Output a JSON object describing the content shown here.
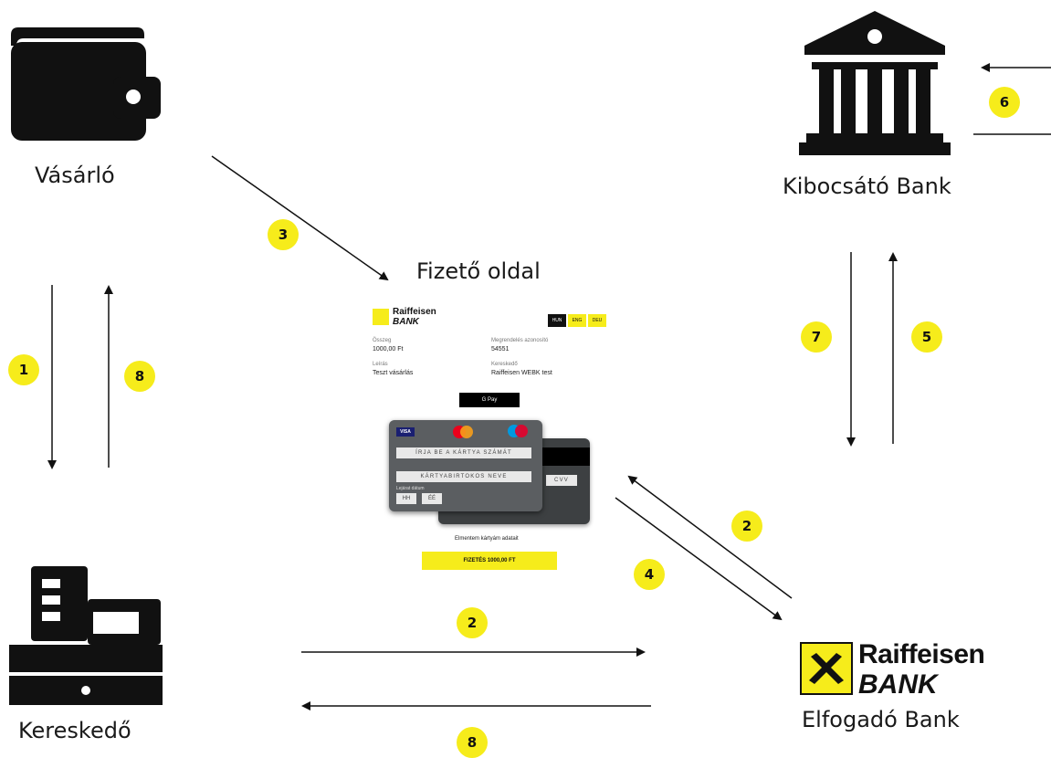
{
  "nodes": {
    "buyer": "Vásárló",
    "issuer_bank": "Kibocsátó Bank",
    "payment_page": "Fizető oldal",
    "merchant": "Kereskedő",
    "acquirer_bank": "Elfogadó Bank"
  },
  "acquirer_logo": {
    "line1": "Raiffeisen",
    "line2": "BANK"
  },
  "steps": {
    "buyer_to_merchant": "1",
    "merchant_to_buyer": "8",
    "buyer_to_page": "3",
    "issuer_in": "6",
    "issuer_to_acquirer": "7",
    "acquirer_to_issuer": "5",
    "acquirer_to_page": "2",
    "page_to_acquirer": "4",
    "merchant_to_acquirer": "2",
    "acquirer_to_merchant": "8"
  },
  "payment_page": {
    "logo_line1": "Raiffeisen",
    "logo_line2": "BANK",
    "languages": [
      "HUN",
      "ENG",
      "DEU"
    ],
    "amount_label": "Összeg",
    "amount_value": "1000,00 Ft",
    "order_label": "Megrendelés azonosító",
    "order_value": "54551",
    "item_label": "Leírás",
    "item_value": "Teszt vásárlás",
    "merchant_label": "Kereskedő",
    "merchant_value": "Raiffeisen WEBK test",
    "gpay_label": "G Pay",
    "card_brands": [
      "VISA",
      "mastercard",
      "maestro"
    ],
    "card_number_placeholder": "ÍRJA BE A KÁRTYA SZÁMÁT",
    "cardholder_placeholder": "KÁRTYABIRTOKOS NEVE",
    "expiry_label": "Lejárat dátum",
    "expiry_month": "HH",
    "expiry_year": "ÉÉ",
    "cvv_placeholder": "CVV",
    "save_card_label": "Elmentem kártyám adatait",
    "pay_button": "FIZETÉS 1000,00 FT"
  }
}
